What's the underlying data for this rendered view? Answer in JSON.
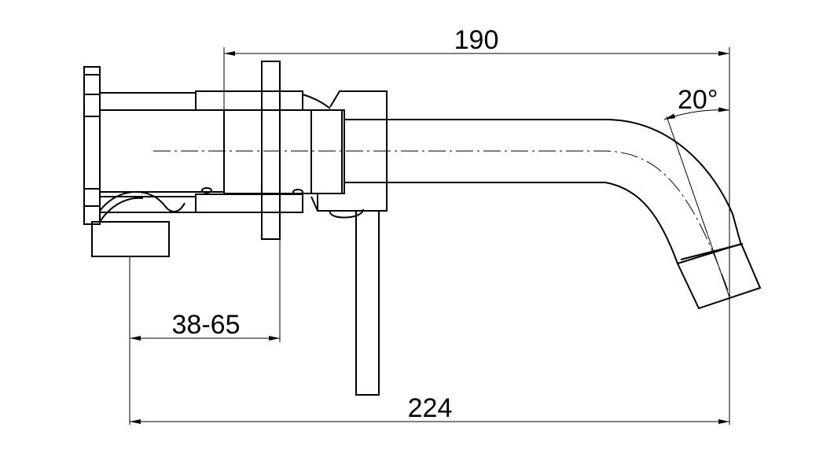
{
  "dimensions": {
    "overall_reach": "190",
    "spout_angle": "20°",
    "wall_thickness_range": "38-65",
    "overall_length": "224"
  },
  "colors": {
    "line": "#000000",
    "background": "#ffffff"
  }
}
